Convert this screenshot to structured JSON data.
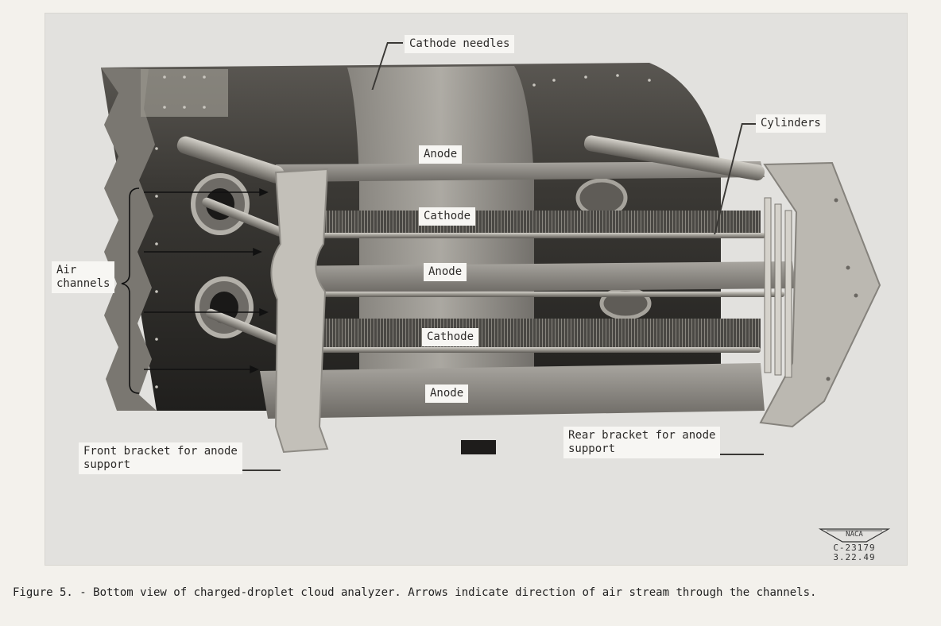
{
  "figure": {
    "labels": {
      "cathode_needles": "Cathode needles",
      "cylinders": "Cylinders",
      "anode_1": "Anode",
      "cathode_1": "Cathode",
      "anode_2": "Anode",
      "cathode_2": "Cathode",
      "anode_3": "Anode",
      "air_channels_line1": "Air",
      "air_channels_line2": "channels",
      "front_bracket_line1": "Front bracket for anode",
      "front_bracket_line2": "support",
      "rear_bracket_line1": "Rear bracket for anode",
      "rear_bracket_line2": "support"
    },
    "stamp": {
      "logo_text": "NACA",
      "negative_number": "C-23179",
      "date": "3.22.49"
    },
    "caption": "Figure 5. - Bottom view of charged-droplet cloud analyzer.  Arrows indicate direction of air stream through the channels."
  }
}
